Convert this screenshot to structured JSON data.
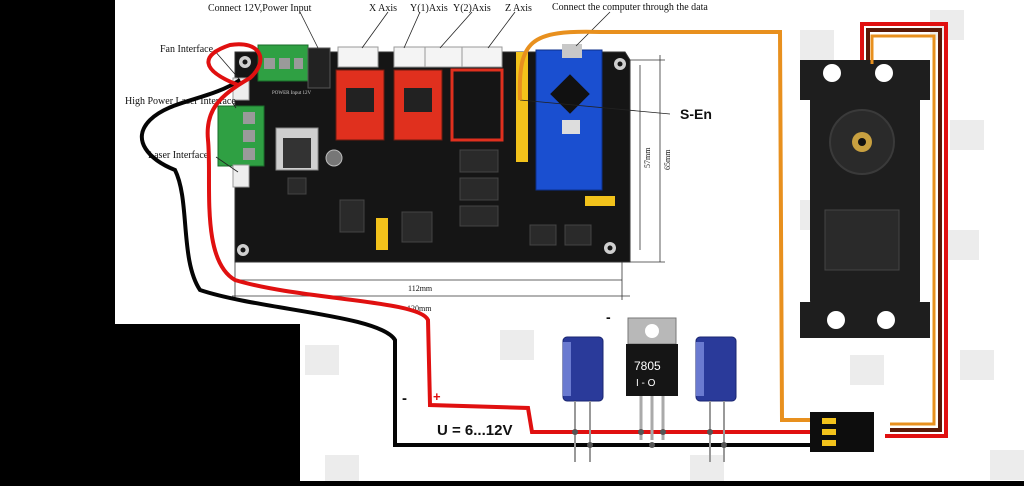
{
  "labels": {
    "power_input": "Connect 12V,Power Input",
    "x_axis": "X Axis",
    "y1_axis": "Y(1)Axis",
    "y2_axis": "Y(2)Axis",
    "z_axis": "Z Axis",
    "computer": "Connect the computer through the data",
    "fan": "Fan Interface",
    "high_power_laser": "High Power Laser Interface",
    "laser": "Laser Interface",
    "s_en": "S-En",
    "dim_width_inner": "112mm",
    "dim_width_outer": "120mm",
    "dim_height_inner": "57mm",
    "dim_height_outer": "65mm",
    "voltage": "U = 6...12V",
    "plus": "+",
    "minus": "-",
    "minus_top": "-",
    "regulator_line1": "7805",
    "regulator_line2": "I - O",
    "power_silk": "POWER\nInput 12V"
  },
  "colors": {
    "background": "#000000",
    "panel": "#ffffff",
    "pcb": "#151515",
    "wire_red": "#e01010",
    "wire_black": "#050505",
    "wire_orange": "#e8901e",
    "wire_brown": "#5a1a08",
    "capacitor": "#2a3a9a",
    "servo": "#1e1e1e",
    "terminal_green": "#2fa043",
    "driver_red": "#e0301e",
    "nano_blue": "#1a4fd0",
    "header_yellow": "#f2c21b"
  }
}
